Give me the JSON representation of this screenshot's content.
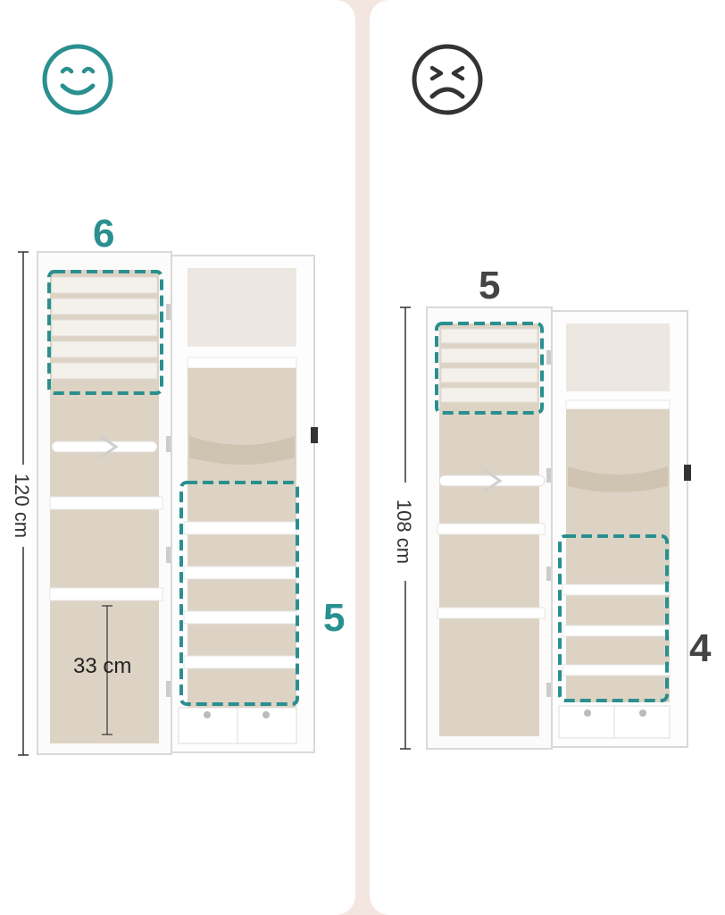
{
  "colors": {
    "good": "#2a8f8f",
    "bad": "#333333",
    "background": "#f3e6e1",
    "panel": "#ffffff",
    "fabric": "#ddd3c4",
    "highlight": "#2a8f8f"
  },
  "good_option": {
    "face_icon": "smiley-face-icon",
    "top_section_count": "6",
    "bottom_section_count": "5",
    "height_label": "120 cm",
    "inner_height_label": "33 cm"
  },
  "bad_option": {
    "face_icon": "sad-face-icon",
    "top_section_count": "5",
    "bottom_section_count": "4",
    "height_label": "108 cm"
  }
}
